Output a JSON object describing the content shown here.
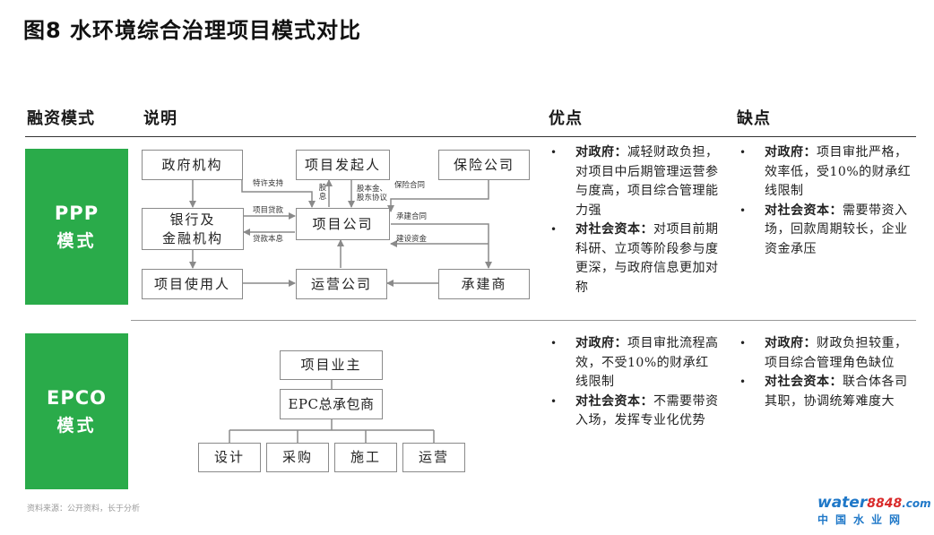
{
  "title": "图8  水环境综合治理项目模式对比",
  "headers": {
    "mode": "融资模式",
    "desc": "说明",
    "pros": "优点",
    "cons": "缺点"
  },
  "ppp": {
    "line1": "PPP",
    "line2": "模式",
    "nodes": {
      "gov": "政府机构",
      "sponsor": "项目发起人",
      "insurance": "保险公司",
      "bank": "银行及\n金融机构",
      "company": "项目公司",
      "user": "项目使用人",
      "operator": "运营公司",
      "contractor": "承建商"
    },
    "labels": {
      "license": "特许支持",
      "loan": "项目贷款",
      "repay": "贷款本息",
      "dividend": "股息",
      "capital1": "股本金、",
      "capital2": "股东协议",
      "insurance_contract": "保险合同",
      "build_contract": "承建合同",
      "build_fund": "建设资金"
    },
    "pros": [
      {
        "head": "对政府：",
        "text": "减轻财政负担，对项目中后期管理运营参与度高，项目综合管理能力强"
      },
      {
        "head": "对社会资本：",
        "text": "对项目前期科研、立项等阶段参与度更深，与政府信息更加对称"
      }
    ],
    "cons": [
      {
        "head": "对政府：",
        "text": "项目审批严格，效率低，受10%的财承红线限制"
      },
      {
        "head": "对社会资本：",
        "text": "需要带资入场，回款周期较长，企业资金承压"
      }
    ]
  },
  "epco": {
    "line1": "EPCO",
    "line2": "模式",
    "nodes": {
      "owner": "项目业主",
      "epc": "EPC总承包商",
      "design": "设计",
      "purchase": "采购",
      "construct": "施工",
      "operate": "运营"
    },
    "pros": [
      {
        "head": "对政府：",
        "text": "项目审批流程高效，不受10%的财承红线限制"
      },
      {
        "head": "对社会资本：",
        "text": "不需要带资入场，发挥专业化优势"
      }
    ],
    "cons": [
      {
        "head": "对政府：",
        "text": "财政负担较重，项目综合管理角色缺位"
      },
      {
        "head": "对社会资本：",
        "text": "联合体各司其职，协调统筹难度大"
      }
    ]
  },
  "source": "资料来源：公开资料，长于分析",
  "logo": {
    "part1": "water",
    "part2": "8848",
    "suffix": ".com",
    "cn": "中国水业网"
  },
  "colors": {
    "green": "#2aab4a",
    "box_border": "#8a8a8a",
    "arrow": "#8a8a8a"
  },
  "bullet_icon": "•"
}
